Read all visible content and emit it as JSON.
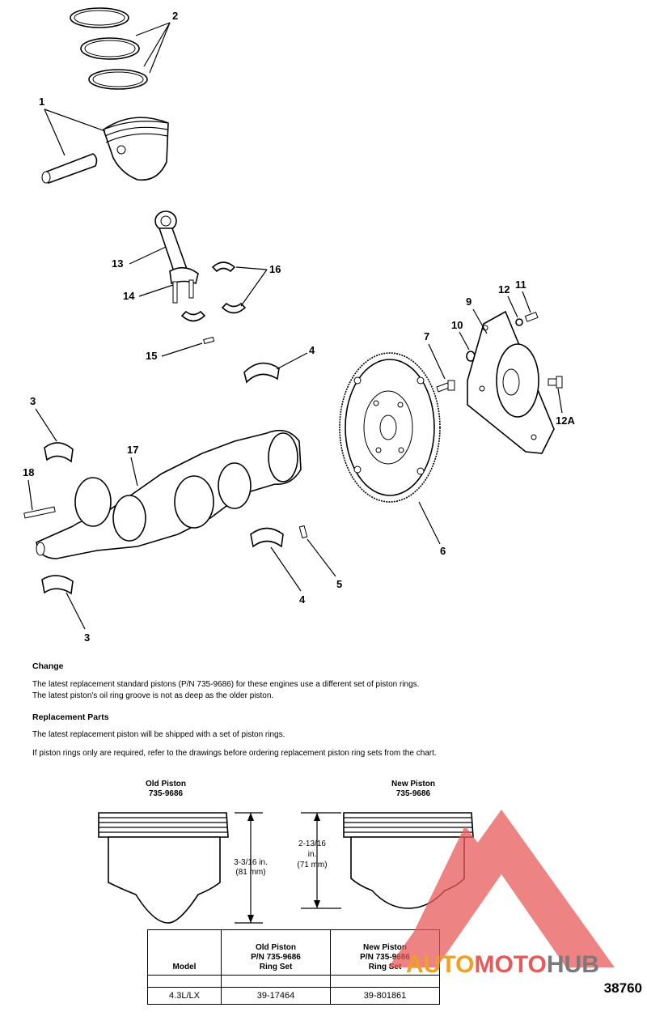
{
  "callouts": {
    "c1": "1",
    "c2": "2",
    "c3a": "3",
    "c3b": "3",
    "c4a": "4",
    "c4b": "4",
    "c5": "5",
    "c6": "6",
    "c7": "7",
    "c9": "9",
    "c10": "10",
    "c11": "11",
    "c12": "12",
    "c12a": "12A",
    "c13": "13",
    "c14": "14",
    "c15": "15",
    "c16": "16",
    "c17": "17",
    "c18": "18"
  },
  "change": {
    "heading": "Change",
    "p1": "The latest replacement standard pistons (P/N 735-9686) for these engines use a different set of piston rings.",
    "p2": "The latest piston's oil ring groove is not as deep as the older piston."
  },
  "replacement": {
    "heading": "Replacement Parts",
    "p1": "The latest replacement piston will be shipped with a set of piston rings.",
    "p2": "If piston rings only are required, refer to the drawings before ordering replacement piston ring sets from the chart."
  },
  "pistons": {
    "old_title": "Old Piston",
    "old_pn": "735-9686",
    "new_title": "New Piston",
    "new_pn": "735-9686",
    "old_dim_1": "3-3/16 in.",
    "old_dim_2": "(81 mm)",
    "new_dim_1": "2-13/16",
    "new_dim_2": "in.",
    "new_dim_3": "(71 mm)"
  },
  "table": {
    "col_model": "Model",
    "col_old_1": "Old Piston",
    "col_old_2": "P/N 735-9686",
    "col_old_3": "Ring Set",
    "col_new_1": "New Piston",
    "col_new_2": "P/N 735-9686",
    "col_new_3": "Ring Set",
    "rows": [
      {
        "model": "4.3L/LX",
        "old": "39-17464",
        "new": "39-801861"
      }
    ]
  },
  "doc_number": "38760",
  "watermark": {
    "text_a": "AUTO",
    "text_b": "MOTO",
    "text_c": "HUB",
    "color_red": "#e85a5a",
    "color_orange": "#f0a020",
    "color_gray": "#7a7a7a"
  }
}
